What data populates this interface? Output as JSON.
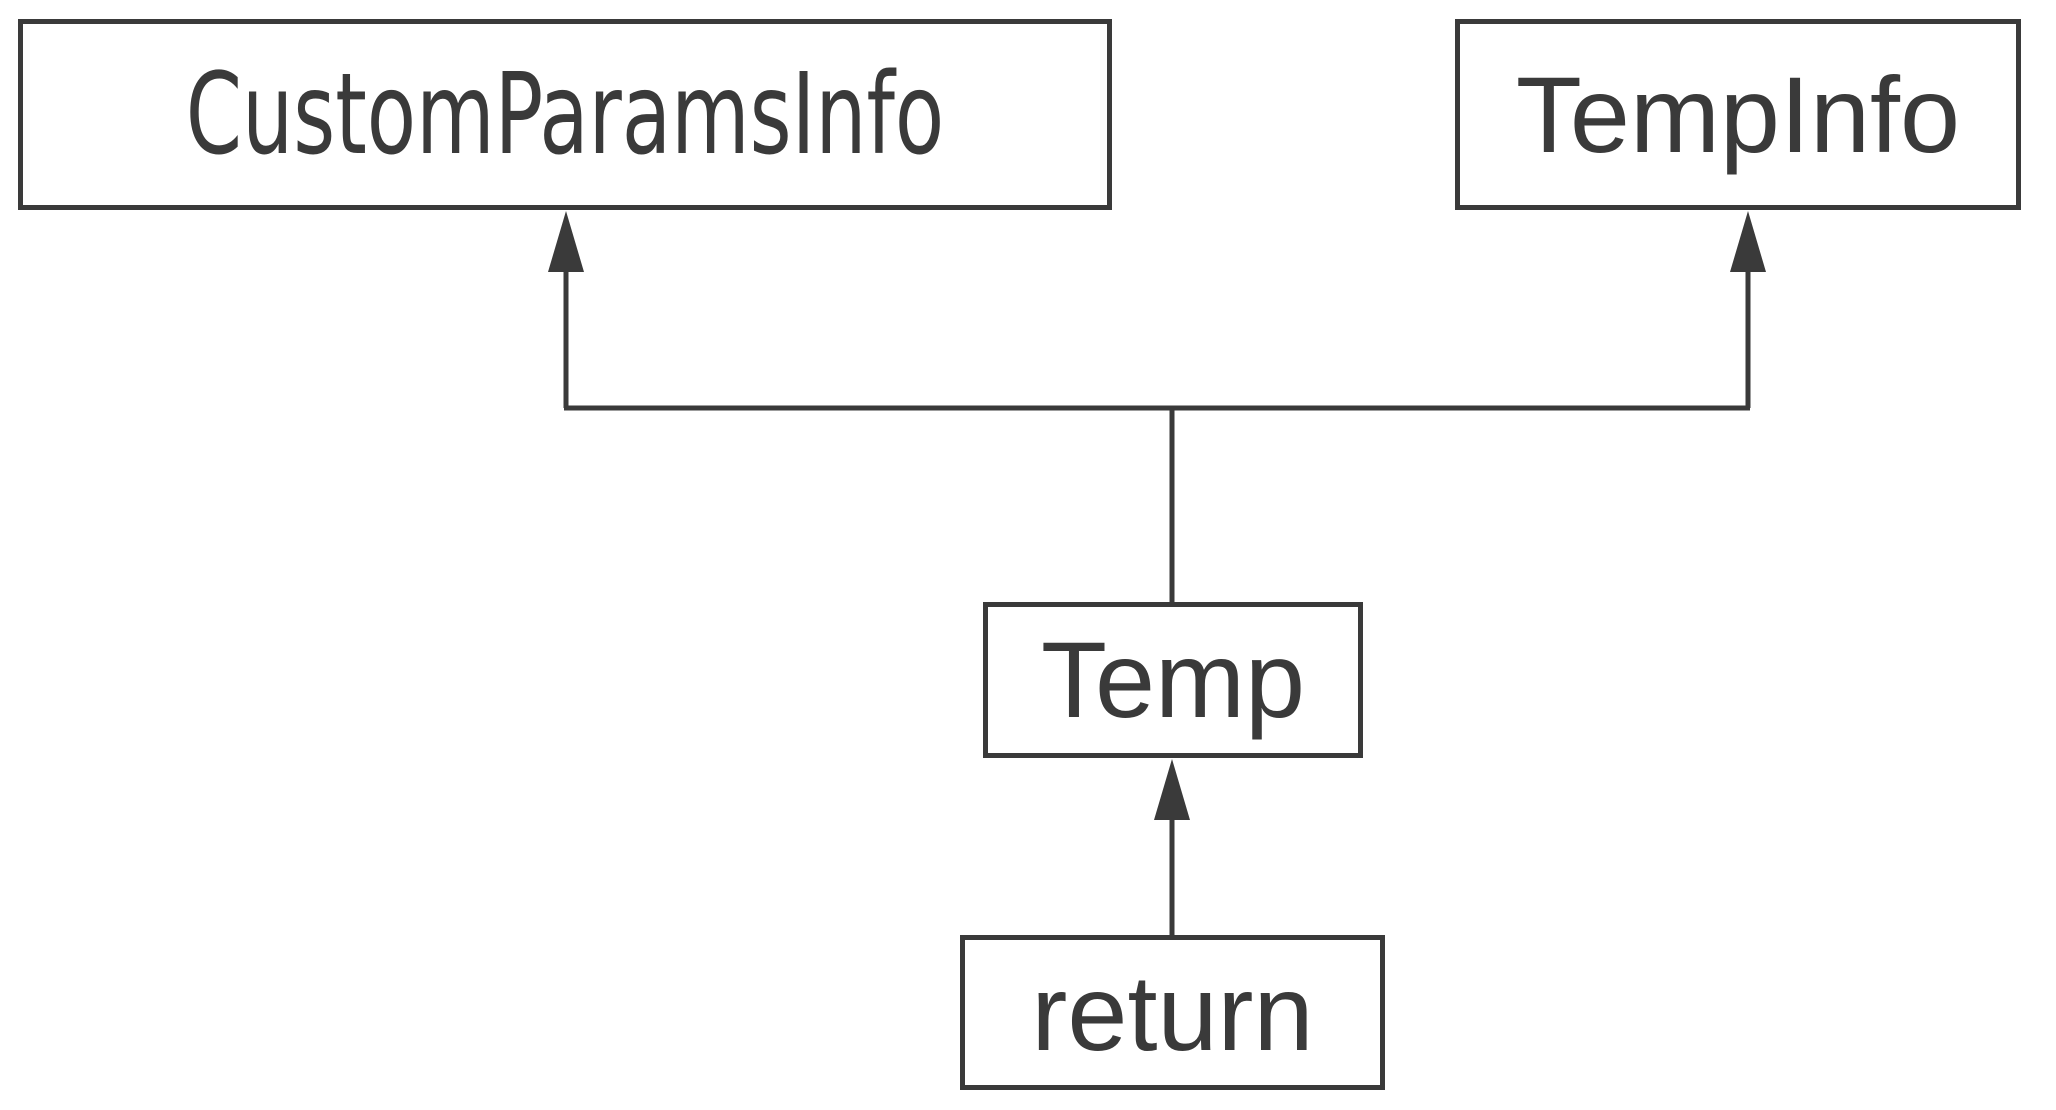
{
  "diagram": {
    "type": "class-hierarchy-diagram",
    "background_color": "#ffffff",
    "line_color": "#3a3a3a",
    "text_color": "#3a3a3a",
    "nodes": [
      {
        "id": "customparamsinfo",
        "label": "CustomParamsInfo"
      },
      {
        "id": "tempinfo",
        "label": "TempInfo"
      },
      {
        "id": "temp",
        "label": "Temp"
      },
      {
        "id": "return",
        "label": "return"
      }
    ],
    "edges": [
      {
        "from": "temp",
        "to": "customparamsinfo",
        "arrow": "solid-filled-triangle"
      },
      {
        "from": "temp",
        "to": "tempinfo",
        "arrow": "solid-filled-triangle"
      },
      {
        "from": "return",
        "to": "temp",
        "arrow": "solid-filled-triangle"
      }
    ]
  }
}
